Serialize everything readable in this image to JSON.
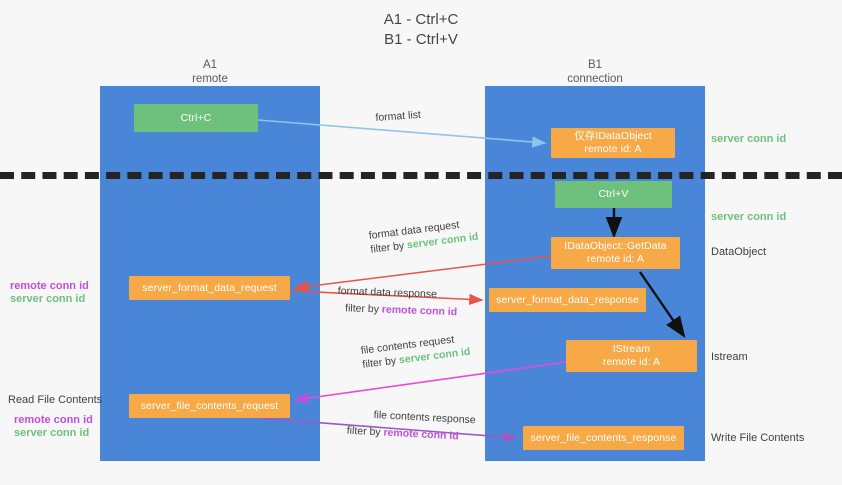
{
  "title": {
    "line1": "A1 - Ctrl+C",
    "line2": "B1 - Ctrl+V"
  },
  "lanes": [
    {
      "name": "A1",
      "sub": "remote"
    },
    {
      "name": "B1",
      "sub": "connection"
    }
  ],
  "boxes": {
    "ctrl_c": "Ctrl+C",
    "ctrl_v": "Ctrl+V",
    "idataobject_top_line1": "仅存IDataObject",
    "idataobject_top_line2": "remote id: A",
    "getdata_line1": "IDataObject::GetData",
    "getdata_line2": "remote id: A",
    "istream_line1": "IStream",
    "istream_line2": "remote id: A",
    "format_data_request": "server_format_data_request",
    "format_data_response": "server_format_data_response",
    "file_contents_request": "server_file_contents_request",
    "file_contents_response": "server_file_contents_response"
  },
  "captions": {
    "format_list": "format list",
    "format_data_request": "format data request",
    "format_data_request_filter_prefix": "filter by ",
    "format_data_request_filter_value": "server conn id",
    "format_data_response": "format data response",
    "format_data_response_filter_prefix": "filter by ",
    "format_data_response_filter_value": "remote conn id",
    "file_contents_request": "file contents request",
    "file_contents_request_filter_prefix": "filter by ",
    "file_contents_request_filter_value": "server conn id",
    "file_contents_response": "file contents response",
    "file_contents_response_filter_prefix": "filter by ",
    "file_contents_response_filter_value": "remote conn id"
  },
  "right_labels": {
    "server_conn_id_top": "server conn id",
    "server_conn_id_second": "server conn id",
    "dataobject": "DataObject",
    "istream": "Istream",
    "write_file_contents": "Write File Contents"
  },
  "left_labels": {
    "remote_conn_id_upper": "remote conn id",
    "server_conn_id_upper": "server conn id",
    "read_file_contents": "Read File Contents",
    "remote_conn_id_lower": "remote conn id",
    "server_conn_id_lower": "server conn id"
  },
  "colors": {
    "lane": "#4a86d8",
    "orange": "#f7a948",
    "green": "#6ec17c",
    "magenta": "#c050d8",
    "red": "#e8534a",
    "lightblue": "#8fc4ea",
    "black": "#101010",
    "background": "#f7f7f7"
  }
}
